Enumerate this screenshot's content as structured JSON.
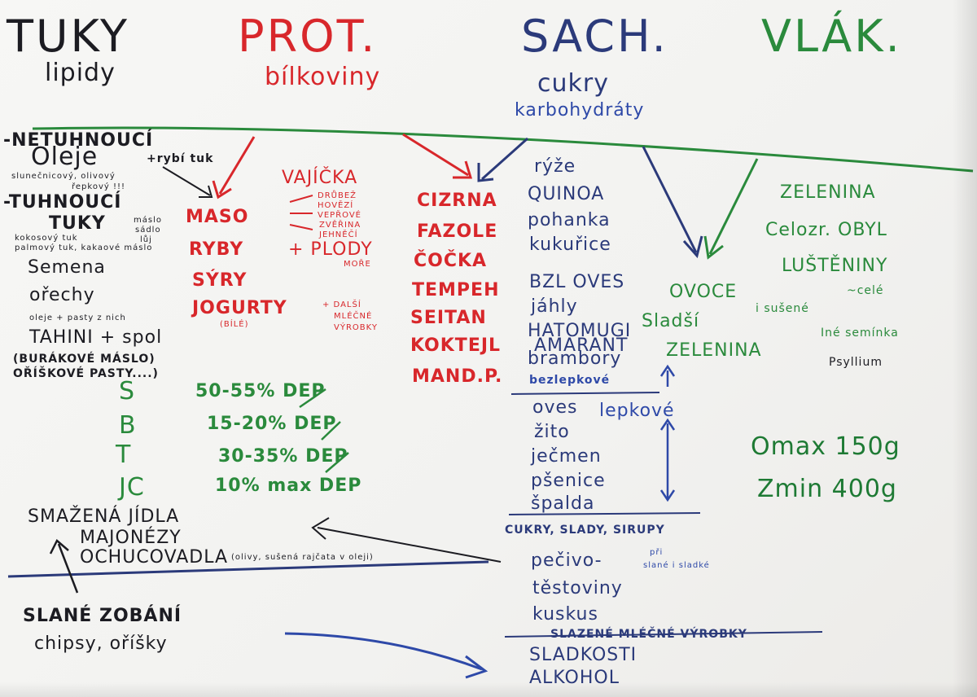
{
  "headers": {
    "tuky": "TUKY",
    "tuky_sub": "lipidy",
    "prot": "PROT.",
    "prot_sub": "bílkoviny",
    "sach": "SACH.",
    "sach_sub": "cukry",
    "sach_sub2": "karbohydráty",
    "vlak": "VLÁK."
  },
  "lipidy": {
    "netuhnouci": "-NETUHNOUCÍ",
    "oleje": "Oleje",
    "rybi_tuk": "+rybí tuk",
    "slunecnicovy": "slunečnicový, olivový",
    "repkovy": "řepkový !!!",
    "tuhnouci": "-TUHNOUCÍ",
    "tuky": "TUKY",
    "maslo": "máslo",
    "sadlo": "sádlo",
    "lůj": "lůj",
    "kokosovy": "kokosový tuk",
    "palmovy": "palmový tuk, kakaové máslo",
    "semena": "Semena",
    "orechy": "ořechy",
    "oleje_pasty": "oleje + pasty z nich",
    "tahini": "TAHINI + spol",
    "burakove": "(BURÁKOVÉ MÁSLO)",
    "oriskove": "OŘÍŠKOVÉ PASTY....)"
  },
  "bilkoviny": {
    "vajicka": "VAJÍČKA",
    "maso": "MASO",
    "maso_items": [
      "DRŮBEŽ",
      "HOVĚZÍ",
      "VEPŘOVÉ",
      "ZVĚŘINA",
      "JEHNĚČÍ"
    ],
    "ryby": "RYBY",
    "plody": "+ PLODY",
    "more": "MOŘE",
    "syry": "SÝRY",
    "jogurty": "JOGURTY",
    "bile": "(BÍLÉ)",
    "dalsi1": "+ DALŠÍ",
    "dalsi2": "MLÉČNÉ",
    "dalsi3": "VÝROBKY",
    "plant": [
      "CIZRNA",
      "FAZOLE",
      "ČOČKA",
      "TEMPEH",
      "SEITAN",
      "KOKTEJL",
      "MAND.P."
    ]
  },
  "sacharidy": {
    "gluten_free": [
      "rýže",
      "QUINOA",
      "pohanka",
      "kukuřice"
    ],
    "bzl_oves": "BZL OVES",
    "jahly": "jáhly",
    "hatomugi": "HATOMUGI",
    "amarant": "AMARANT",
    "brambory": "brambory",
    "bezlepkove": "bezlepkové",
    "gluten": [
      "oves",
      "žito",
      "ječmen",
      "pšenice",
      "špalda"
    ],
    "lepkove": "lepkové",
    "cukry": "CUKRY, SLADY, SIRUPY",
    "pecivo": "pečivo-",
    "slane_sladke": "slané i sladké",
    "pri": "při",
    "testoviny": "těstoviny",
    "kuskus": "kuskus",
    "slazene": "SLAZENÉ MLÉČNÉ VÝROBKY",
    "sladkosti": "SLADKOSTI",
    "alkohol": "ALKOHOL"
  },
  "vlaknina": {
    "zelenina": "ZELENINA",
    "celozr": "Celozr. OBYL",
    "lusteniny": "LUŠTĚNINY",
    "cele": "~celé",
    "ovoce": "OVOCE",
    "susene": "i sušené",
    "sladsi": "Sladší",
    "zelenina2": "ZELENINA",
    "ine_seminka": "Iné semínka",
    "psyllium": "Psyllium",
    "omax": "Omax 150g",
    "zmin": "Zmin 400g"
  },
  "ratios": {
    "labels": [
      "S",
      "B",
      "T",
      "JC"
    ],
    "values": [
      "50-55% DEP",
      "15-20% DEP",
      "30-35% DEP",
      "10% max DEP"
    ]
  },
  "bottom_left": {
    "smazena": "SMAŽENÁ JÍDLA",
    "majonezy": "MAJONÉZY",
    "ochucovadla": "OCHUCOVADLA",
    "olivy_note": "(olivy, sušená rajčata v oleji)",
    "slane": "SLANÉ ZOBÁNÍ",
    "chipsy": "chipsy, oříšky"
  },
  "colors": {
    "black": "#1c1c22",
    "red": "#d8272b",
    "navy": "#2b3a7a",
    "blue": "#2e49a8",
    "green": "#2a8a3c"
  }
}
